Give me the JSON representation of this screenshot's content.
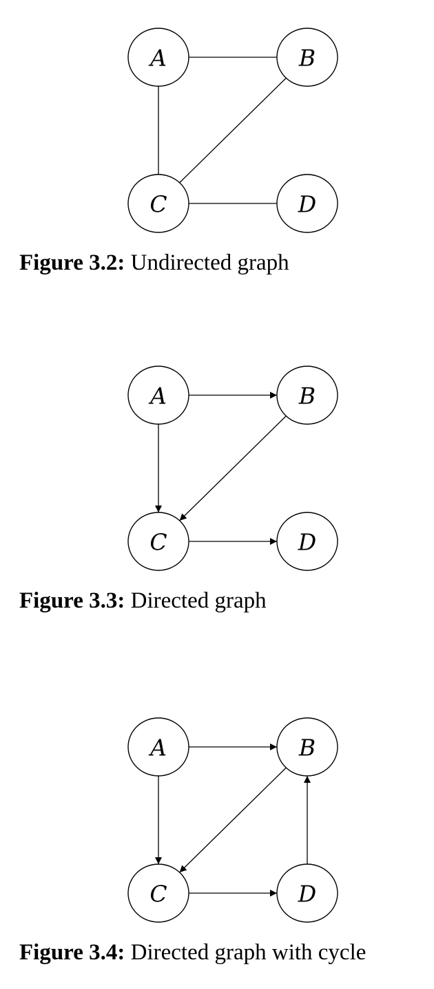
{
  "figures": [
    {
      "number": "Figure 3.2:",
      "title": "Undirected graph",
      "nodes": [
        "A",
        "B",
        "C",
        "D"
      ],
      "edges": [
        {
          "from": "A",
          "to": "B",
          "directed": false
        },
        {
          "from": "A",
          "to": "C",
          "directed": false
        },
        {
          "from": "B",
          "to": "C",
          "directed": false
        },
        {
          "from": "C",
          "to": "D",
          "directed": false
        }
      ]
    },
    {
      "number": "Figure 3.3:",
      "title": "Directed graph",
      "nodes": [
        "A",
        "B",
        "C",
        "D"
      ],
      "edges": [
        {
          "from": "A",
          "to": "B",
          "directed": true
        },
        {
          "from": "A",
          "to": "C",
          "directed": true
        },
        {
          "from": "B",
          "to": "C",
          "directed": true
        },
        {
          "from": "C",
          "to": "D",
          "directed": true
        }
      ]
    },
    {
      "number": "Figure 3.4:",
      "title": "Directed graph with cycle",
      "nodes": [
        "A",
        "B",
        "C",
        "D"
      ],
      "edges": [
        {
          "from": "A",
          "to": "B",
          "directed": true
        },
        {
          "from": "A",
          "to": "C",
          "directed": true
        },
        {
          "from": "B",
          "to": "C",
          "directed": true
        },
        {
          "from": "C",
          "to": "D",
          "directed": true
        },
        {
          "from": "D",
          "to": "B",
          "directed": true
        }
      ]
    }
  ]
}
